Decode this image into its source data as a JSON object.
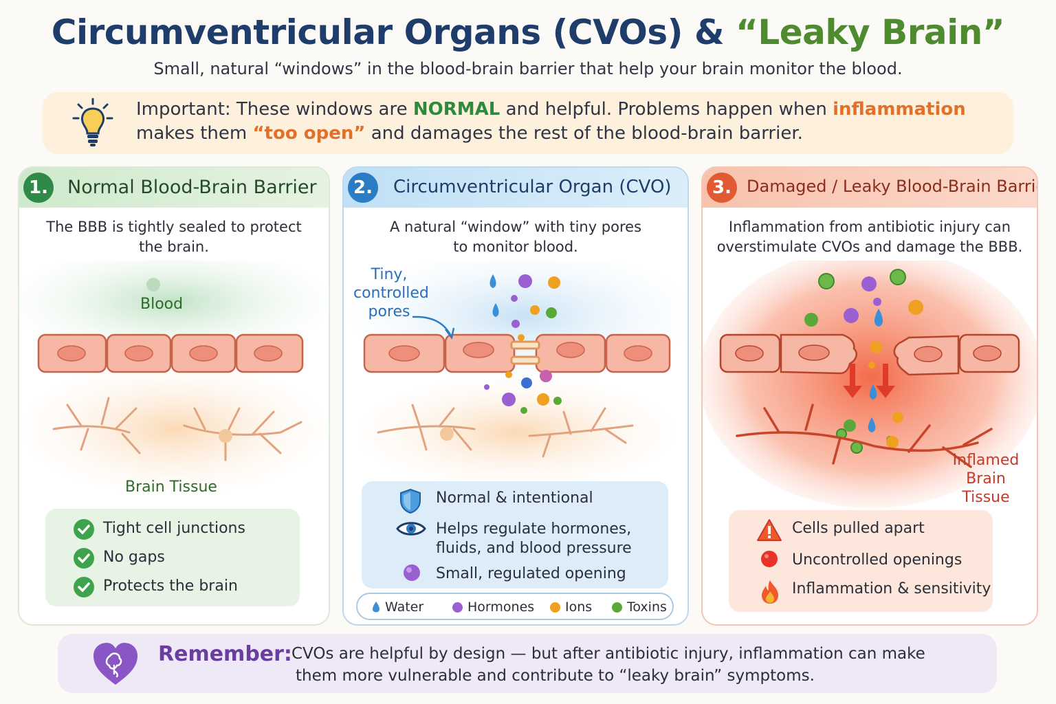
{
  "header": {
    "title_part1": "Circumventricular Organs (CVOs) & ",
    "title_part2": "“Leaky Brain”",
    "subtitle": "Small, natural “windows” in the blood-brain barrier that help your brain monitor the blood."
  },
  "note": {
    "icon": "lightbulb-icon",
    "l1_a": "Important: These windows are ",
    "l1_b": "NORMAL",
    "l1_c": " and helpful. Problems happen when ",
    "l1_d": "inflammation",
    "l2_a": "makes them ",
    "l2_b": "“too open”",
    "l2_c": " and damages the rest of the blood-brain barrier."
  },
  "panels": [
    {
      "number": "1.",
      "title": "Normal Blood-Brain Barrier",
      "desc1": "The BBB is tightly sealed to protect",
      "desc2": "the brain.",
      "label_top": "Blood",
      "label_bottom": "Brain Tissue",
      "items": [
        "Tight cell junctions",
        "No gaps",
        "Protects the brain"
      ],
      "color": "#2f8a4a"
    },
    {
      "number": "2.",
      "title": "Circumventricular Organ (CVO)",
      "desc1": "A natural “window” with tiny pores",
      "desc2": "to monitor blood.",
      "pore_label": [
        "Tiny,",
        "controlled",
        "pores"
      ],
      "items": [
        "Normal & intentional",
        "Helps regulate hormones,",
        "fluids, and blood pressure",
        "Small, regulated opening"
      ],
      "legend": [
        "Water",
        "Hormones",
        "Ions",
        "Toxins"
      ],
      "color": "#2a7cc4"
    },
    {
      "number": "3.",
      "title": "Damaged / Leaky Blood-Brain Barrier",
      "desc1": "Inflammation from antibiotic injury can",
      "desc2": "overstimulate CVOs and damage the BBB.",
      "tissue_label": [
        "Inflamed",
        "Brain",
        "Tissue"
      ],
      "items": [
        "Cells pulled apart",
        "Uncontrolled openings",
        "Inflammation & sensitivity"
      ],
      "color": "#e25a33"
    }
  ],
  "remember": {
    "heading": "Remember:",
    "line1": "CVOs are helpful by design — but after antibiotic injury, inflammation can make",
    "line2": "them more vulnerable and contribute to “leaky brain” symptoms."
  },
  "colors": {
    "title_blue": "#1f3d6b",
    "title_green": "#4e8a2e",
    "water": "#3a8fd6",
    "hormones": "#8a4fc4",
    "ions": "#f0a020",
    "toxins": "#5aa83a"
  }
}
